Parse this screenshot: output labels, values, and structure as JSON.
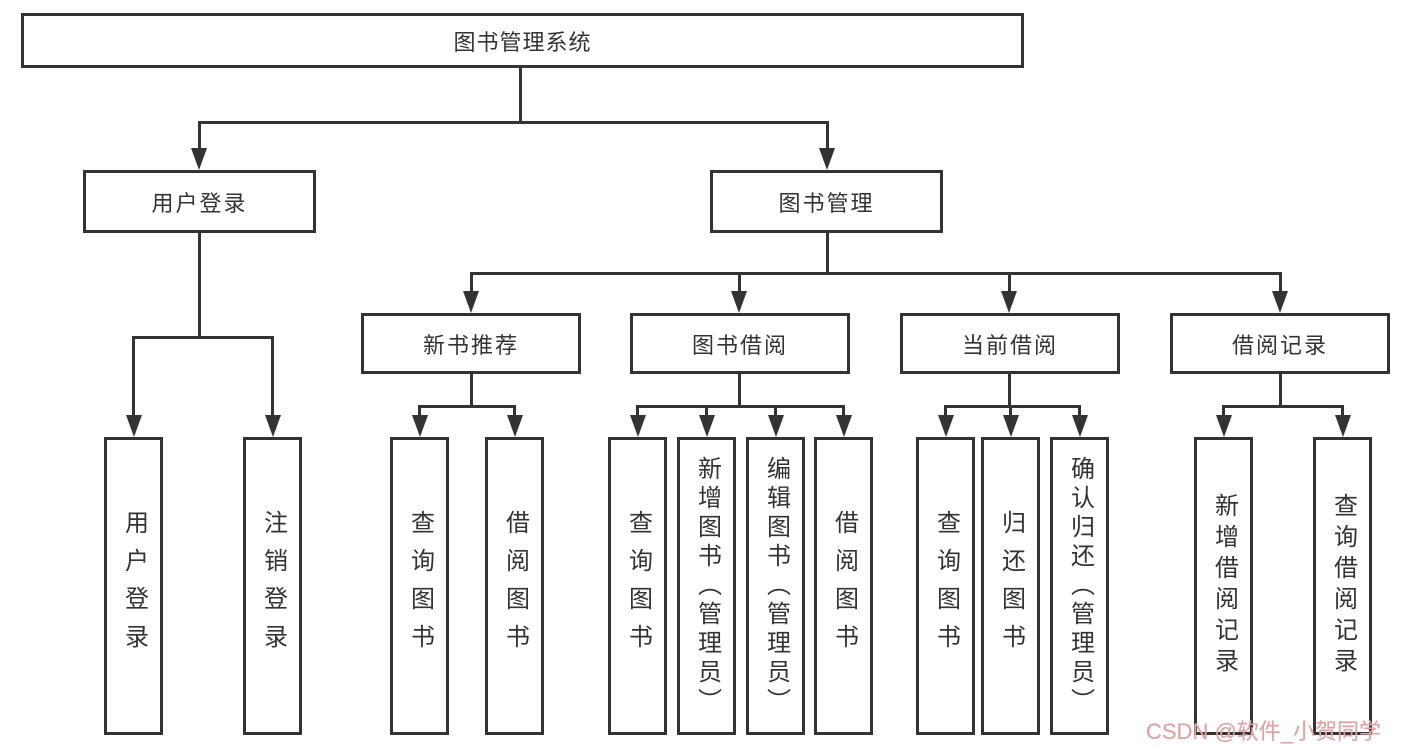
{
  "nodes": {
    "root": {
      "label": "图书管理系统"
    },
    "level2": [
      {
        "label": "用户登录"
      },
      {
        "label": "图书管理"
      }
    ],
    "level3": [
      {
        "label": "新书推荐",
        "parent": "图书管理"
      },
      {
        "label": "图书借阅",
        "parent": "图书管理"
      },
      {
        "label": "当前借阅",
        "parent": "图书管理"
      },
      {
        "label": "借阅记录",
        "parent": "图书管理"
      }
    ],
    "leaves": [
      {
        "label": "用户登录",
        "parent": "用户登录"
      },
      {
        "label": "注销登录",
        "parent": "用户登录"
      },
      {
        "label": "查询图书",
        "parent": "新书推荐"
      },
      {
        "label": "借阅图书",
        "parent": "新书推荐"
      },
      {
        "label": "查询图书",
        "parent": "图书借阅"
      },
      {
        "label": "新增图书（管理员）",
        "parent": "图书借阅"
      },
      {
        "label": "编辑图书（管理员）",
        "parent": "图书借阅"
      },
      {
        "label": "借阅图书",
        "parent": "图书借阅"
      },
      {
        "label": "查询图书",
        "parent": "当前借阅"
      },
      {
        "label": "归还图书",
        "parent": "当前借阅"
      },
      {
        "label": "确认归还（管理员）",
        "parent": "当前借阅"
      },
      {
        "label": "新增借阅记录",
        "parent": "借阅记录"
      },
      {
        "label": "查询借阅记录",
        "parent": "借阅记录"
      }
    ]
  },
  "watermark": {
    "text": "CSDN @软件_小贺同学",
    "color": "#dfa3a3"
  },
  "colors": {
    "line": "#333333",
    "box_border": "#333333",
    "text": "#333333",
    "background": "#ffffff"
  }
}
